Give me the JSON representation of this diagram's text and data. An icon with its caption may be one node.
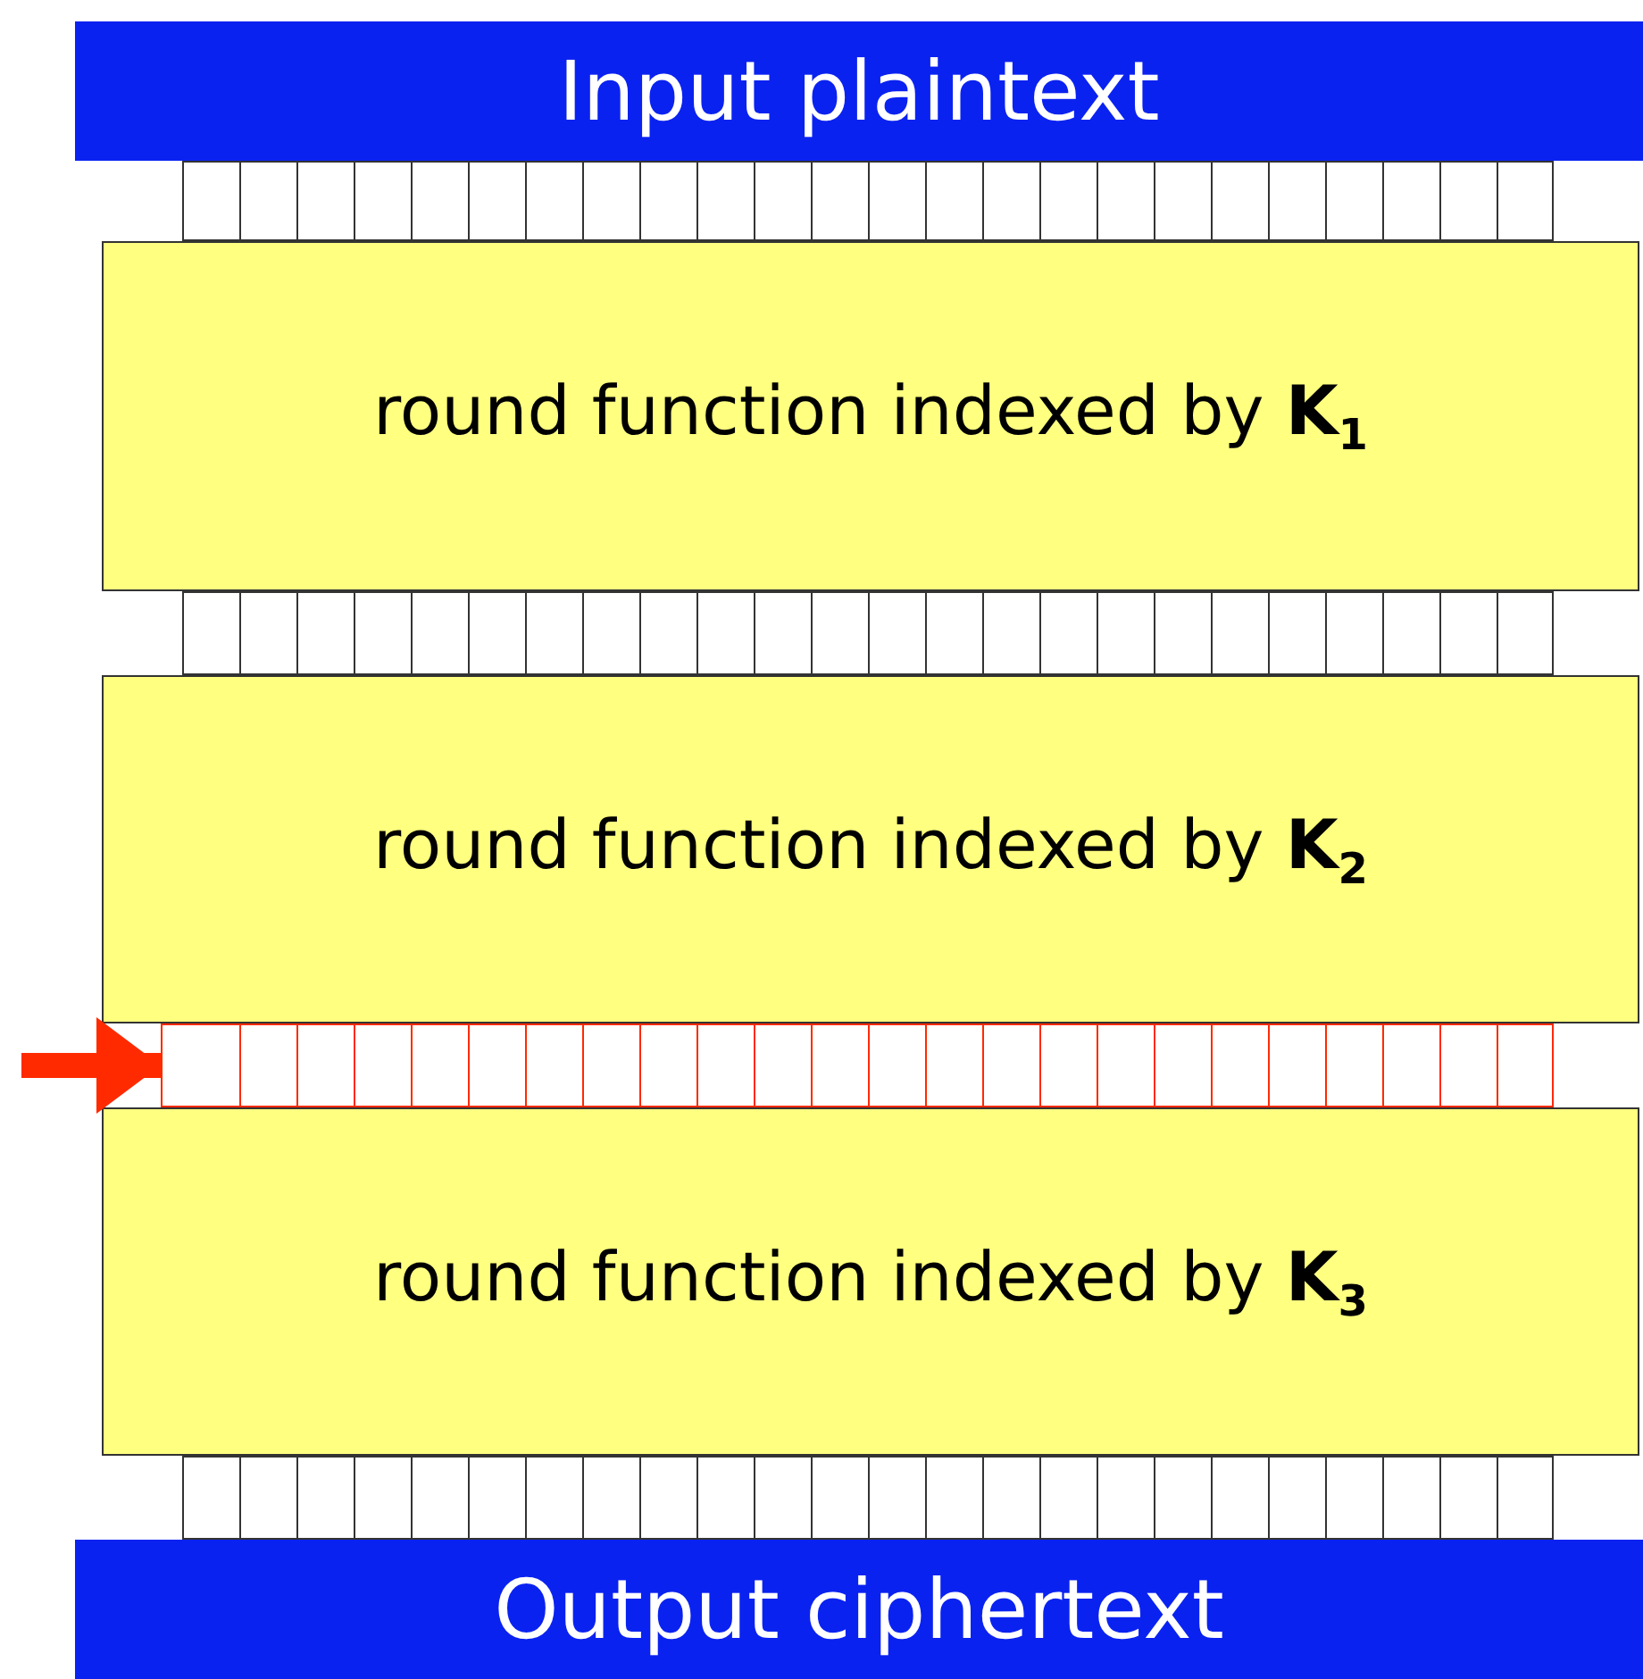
{
  "diagram": {
    "nodes": [
      {
        "text": [
          "Input plaintext"
        ]
      },
      {
        "text": [],
        "shape": "bar"
      },
      {
        "text": [
          "round function indexed by **K**$_{1}$"
        ]
      },
      {
        "text": [],
        "shape": "bar"
      },
      {
        "text": [
          "round function indexed by **K**$_{2}$"
        ]
      },
      {
        "text": [],
        "shape": "bar"
      },
      {
        "text": [
          "round function indexed by **K**$_{3}$"
        ]
      },
      {
        "text": [],
        "shape": "bar"
      },
      {
        "text": [
          "Output ciphertext"
        ]
      }
    ],
    "edges": [
      {
        "from": null,
        "to": 5,
        "arrow": "to",
        "color": "#ff2a00"
      }
    ]
  }
}
